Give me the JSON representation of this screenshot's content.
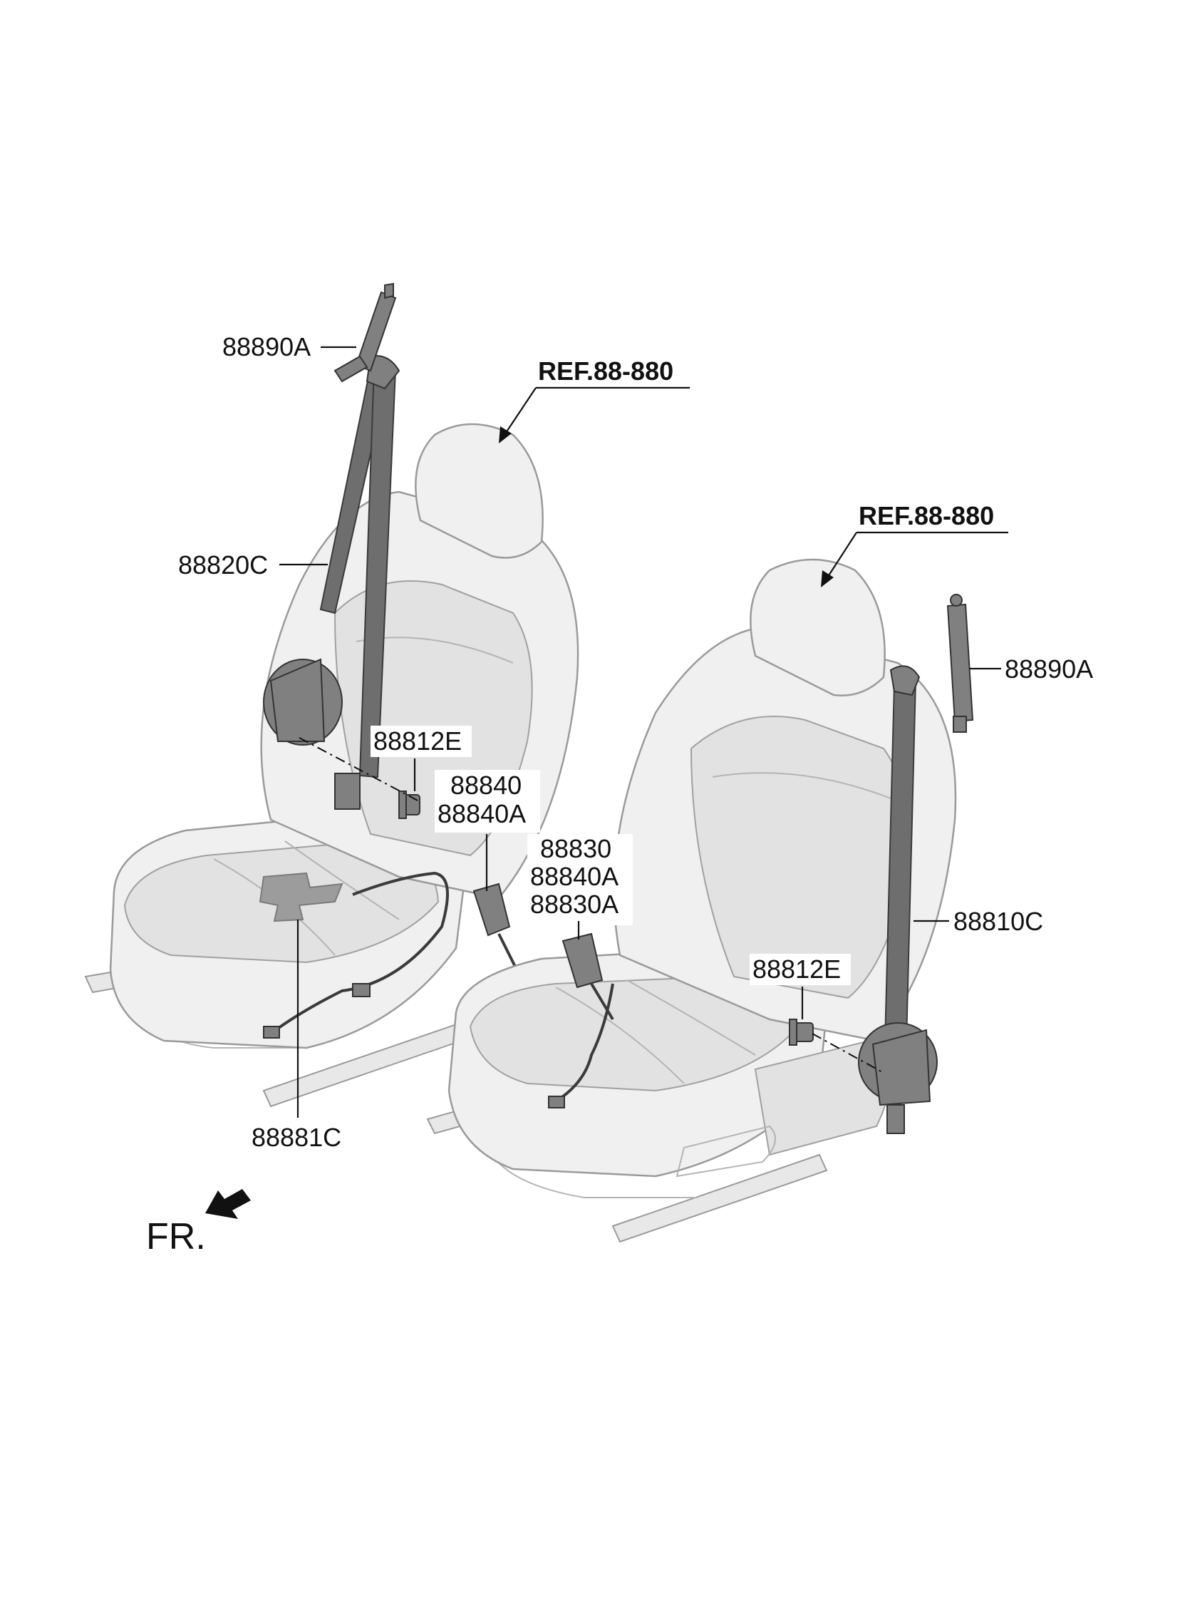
{
  "callouts": {
    "left_anchor_bracket": "88890A",
    "left_belt": "88820C",
    "left_bolt": "88812E",
    "left_buckle_1": "88840",
    "left_buckle_2": "88840A",
    "right_buckle_1": "88830",
    "right_buckle_2": "88840A",
    "right_buckle_3": "88830A",
    "right_anchor_bracket": "88890A",
    "right_belt": "88810C",
    "right_bolt": "88812E",
    "sensor_mat": "88881C"
  },
  "references": {
    "left_seat_ref": "REF.88-880",
    "right_seat_ref": "REF.88-880"
  },
  "orientation": {
    "front_label": "FR.",
    "arrow_icon": "front-direction-arrow-icon"
  },
  "colors": {
    "line": "#111111",
    "belt": "#6e6e6e",
    "seat": "#f0f0f0"
  }
}
